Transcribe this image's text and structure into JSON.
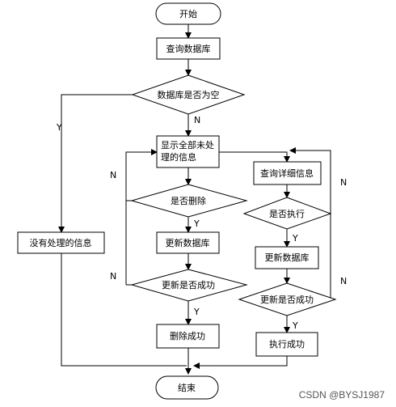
{
  "flowchart": {
    "start": "开始",
    "query_db": "查询数据库",
    "is_db_empty": "数据库是否为空",
    "show_unprocessed_line1": "显示全部未处",
    "show_unprocessed_line2": "理的信息",
    "no_unprocessed_info": "没有处理的信息",
    "is_delete": "是否删除",
    "update_db_left": "更新数据库",
    "update_success_left": "更新是否成功",
    "delete_success": "删除成功",
    "query_detail": "查询详细信息",
    "is_execute": "是否执行",
    "update_db_right": "更新数据库",
    "update_success_right": "更新是否成功",
    "execute_success": "执行成功",
    "end": "结束"
  },
  "branch_labels": {
    "yes": "Y",
    "no": "N"
  },
  "watermark": "CSDN @BYSJ1987"
}
